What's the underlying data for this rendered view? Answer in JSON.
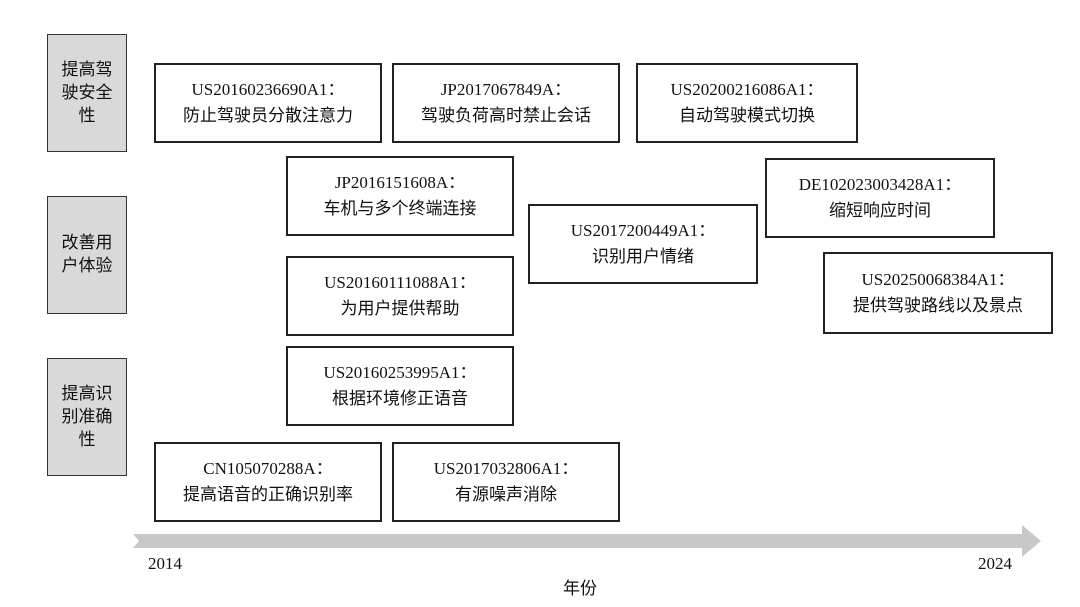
{
  "categories": [
    {
      "id": "safety",
      "label": "提高驾驶安全性"
    },
    {
      "id": "ux",
      "label": "改善用户体验"
    },
    {
      "id": "accuracy",
      "label": "提高识别准确性"
    }
  ],
  "patents": [
    {
      "code": "US20160236690A1：",
      "desc": "防止驾驶员分散注意力"
    },
    {
      "code": "JP2017067849A：",
      "desc": "驾驶负荷高时禁止会话"
    },
    {
      "code": "US20200216086A1：",
      "desc": "自动驾驶模式切换"
    },
    {
      "code": "JP2016151608A：",
      "desc": "车机与多个终端连接"
    },
    {
      "code": "DE102023003428A1：",
      "desc": "缩短响应时间"
    },
    {
      "code": "US2017200449A1：",
      "desc": "识别用户情绪"
    },
    {
      "code": "US20160111088A1：",
      "desc": "为用户提供帮助"
    },
    {
      "code": "US20250068384A1：",
      "desc": "提供驾驶路线以及景点"
    },
    {
      "code": "US20160253995A1：",
      "desc": "根据环境修正语音"
    },
    {
      "code": "CN105070288A：",
      "desc": "提高语音的正确识别率"
    },
    {
      "code": "US2017032806A1：",
      "desc": "有源噪声消除"
    }
  ],
  "axis": {
    "start_year": "2014",
    "end_year": "2024",
    "label": "年份",
    "color": "#c8c8c8"
  }
}
